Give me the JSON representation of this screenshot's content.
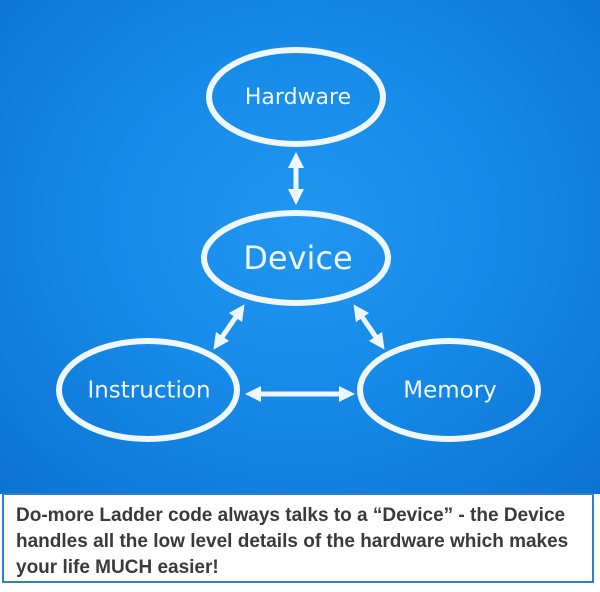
{
  "diagram": {
    "nodes": [
      {
        "id": "hardware",
        "label": "Hardware"
      },
      {
        "id": "device",
        "label": "Device"
      },
      {
        "id": "instruction",
        "label": "Instruction"
      },
      {
        "id": "memory",
        "label": "Memory"
      }
    ],
    "edges": [
      {
        "from": "hardware",
        "to": "device",
        "direction": "both"
      },
      {
        "from": "device",
        "to": "instruction",
        "direction": "both"
      },
      {
        "from": "device",
        "to": "memory",
        "direction": "both"
      },
      {
        "from": "instruction",
        "to": "memory",
        "direction": "both"
      }
    ]
  },
  "caption": "Do-more Ladder code always talks to a “Device” - the Device handles all the low level details of the hardware which makes your life MUCH easier!",
  "colors": {
    "background": "#168ae8",
    "stroke": "#eef6ff",
    "caption_border": "#2a7fd0"
  }
}
